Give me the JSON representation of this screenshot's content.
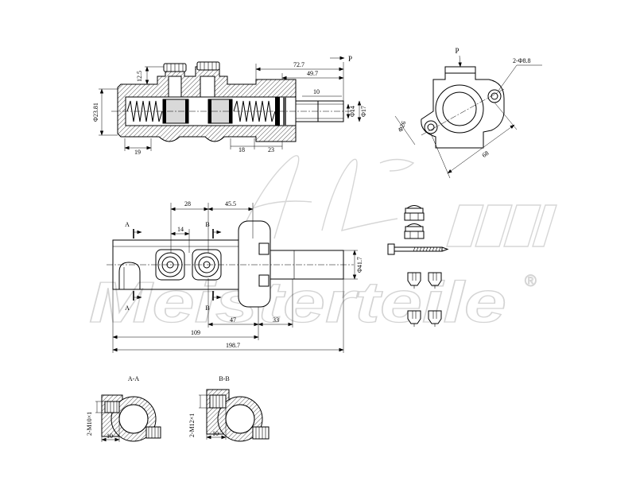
{
  "side_view": {
    "port_label": "P",
    "dim_a": "72.7",
    "dim_b": "49.7",
    "dim_rod": "10",
    "dim_boss": "12.5",
    "dim_bore": "Φ23.81",
    "dim_rod_inner": "Φ14",
    "dim_rod_outer": "Φ17",
    "dim_left": "19",
    "dim_mid": "18",
    "dim_right": "23"
  },
  "end_view": {
    "port_label": "P",
    "holes": "2-Φ8.8",
    "dim_diameter": "Φ26",
    "dim_hole_spacing": "68"
  },
  "plan_view": {
    "dim_port_spacing": "28",
    "dim_flange": "45.5",
    "dim_port_width": "14",
    "section_a": "A",
    "section_b": "B",
    "dim_tube": "Φ41.7",
    "dim_47": "47",
    "dim_33": "33",
    "dim_109": "109",
    "dim_overall": "198.7"
  },
  "sections": {
    "a_title": "A-A",
    "b_title": "B-B",
    "a_thread": "2-M10×1",
    "a_depth": "10",
    "b_thread": "2-M12×1",
    "b_depth": "10"
  },
  "parts": {
    "icons": [
      "hex-nut-icon",
      "hex-nut-icon",
      "bolt-icon",
      "bleeder-screw-icon",
      "bleeder-screw-icon",
      "bleeder-screw-icon",
      "bleeder-screw-icon"
    ]
  },
  "watermark": {
    "brand": "Meisterteile",
    "registered": "®"
  }
}
